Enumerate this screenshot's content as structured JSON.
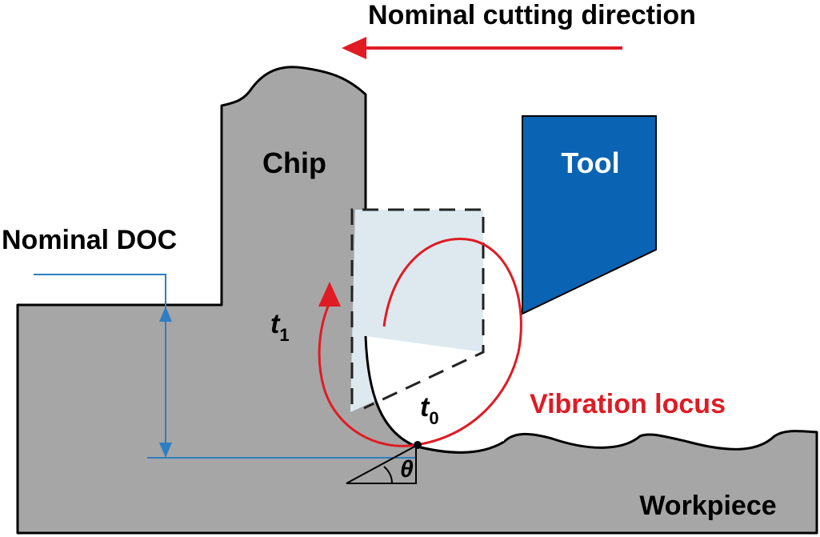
{
  "labels": {
    "direction": "Nominal cutting direction",
    "chip": "Chip",
    "tool": "Tool",
    "doc": "Nominal DOC",
    "t1_main": "t",
    "t1_sub": "1",
    "t0_main": "t",
    "t0_sub": "0",
    "vibration": "Vibration locus",
    "theta": "θ",
    "workpiece": "Workpiece"
  },
  "colors": {
    "material": "#a6a6a6",
    "outline": "#000000",
    "tool": "#0b63b3",
    "locus": "#e01b24",
    "dimension": "#2e7ec4",
    "shear_zone": "#dde9ef"
  }
}
